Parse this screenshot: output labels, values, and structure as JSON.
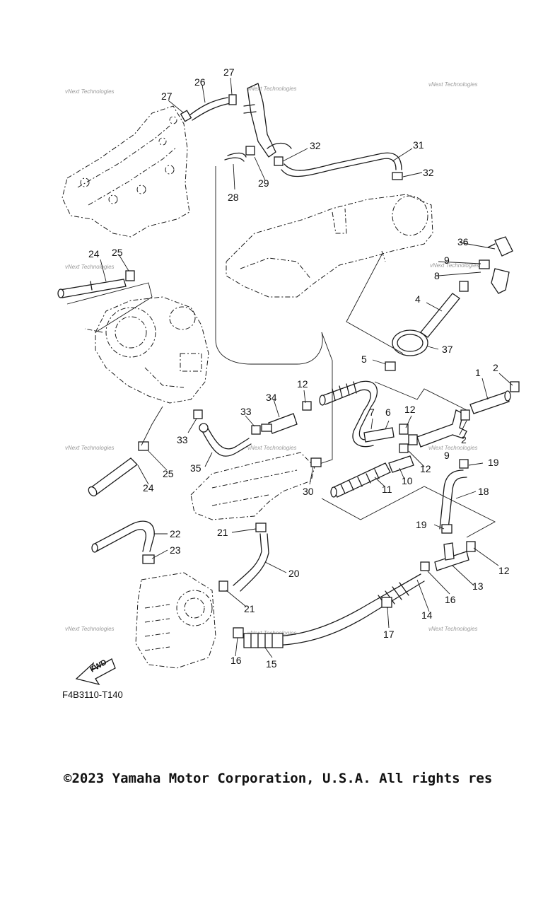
{
  "diagram_code": "F4B3110-T140",
  "copyright": "©2023 Yamaha Motor Corporation, U.S.A. All rights res",
  "watermark": "vNext Technologies",
  "fwd_label": "FWD",
  "callouts": [
    "1",
    "2",
    "2",
    "4",
    "5",
    "6",
    "7",
    "8",
    "9",
    "9",
    "10",
    "11",
    "12",
    "12",
    "12",
    "12",
    "13",
    "14",
    "15",
    "16",
    "16",
    "17",
    "18",
    "19",
    "19",
    "20",
    "21",
    "21",
    "22",
    "23",
    "24",
    "24",
    "25",
    "25",
    "26",
    "27",
    "27",
    "28",
    "29",
    "30",
    "31",
    "32",
    "32",
    "33",
    "33",
    "34",
    "35",
    "36",
    "37"
  ]
}
